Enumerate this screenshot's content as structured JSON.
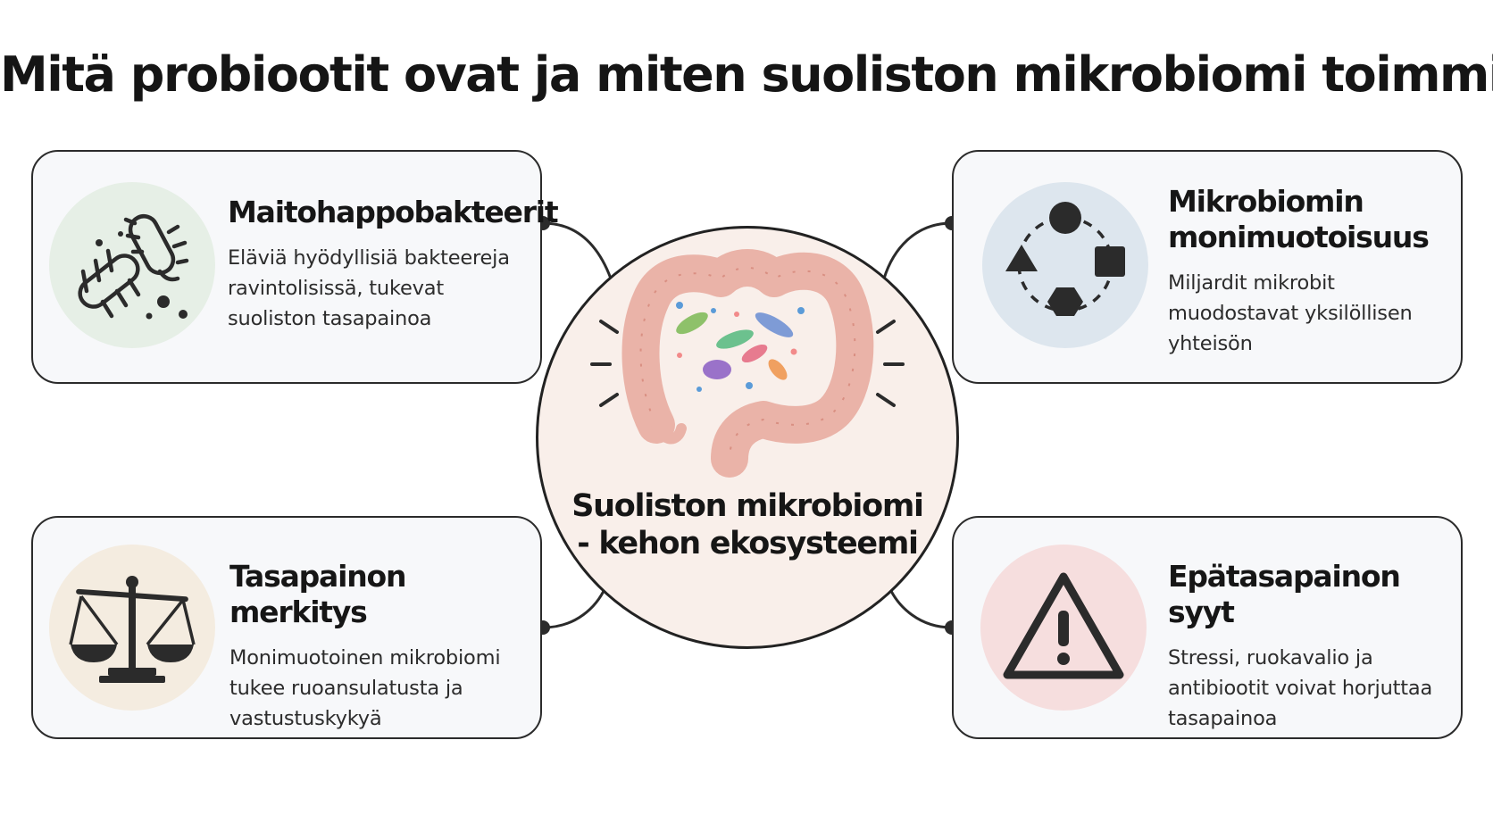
{
  "title": "Mitä probiootit ovat ja miten suoliston mikrobiomi toimmii",
  "center": {
    "line1": "Suoliston mikrobiomi",
    "line2": "- kehon ekosysteemi",
    "icon": "intestine-icon"
  },
  "cards": {
    "top_left": {
      "title": "Maitohappobakteerit",
      "desc": [
        "Eläviä hyödyllisiä bakteereja",
        "ravintolisissä, tukevat",
        "suoliston tasapainoa"
      ],
      "icon": "bacteria-icon"
    },
    "top_right": {
      "title": [
        "Mikrobiomin",
        "monimuotoisuus"
      ],
      "desc": [
        "Miljardit mikrobit",
        "muodostavat yksilöllisen",
        "yhteisön"
      ],
      "icon": "shapes-diversity-icon"
    },
    "bottom_left": {
      "title": "Tasapainon merkitys",
      "desc": [
        "Monimuotoinen mikrobiomi",
        "tukee ruoansulatusta ja",
        "vastustuskykyä"
      ],
      "icon": "balance-scale-icon"
    },
    "bottom_right": {
      "title": "Epätasapainon syyt",
      "desc": [
        "Stressi, ruokavalio ja",
        "antibiootit voivat horjuttaa",
        "tasapainoa"
      ],
      "icon": "warning-icon"
    }
  },
  "colors": {
    "border": "#2b2b2b",
    "card_bg": "#f7f8fa",
    "center_bg": "#f9efea",
    "gut": "#eab3a8",
    "icon_tl_bg": "#e6efe6",
    "icon_tr_bg": "#dde6ee",
    "icon_bl_bg": "#f4ece0",
    "icon_br_bg": "#f6dede"
  }
}
